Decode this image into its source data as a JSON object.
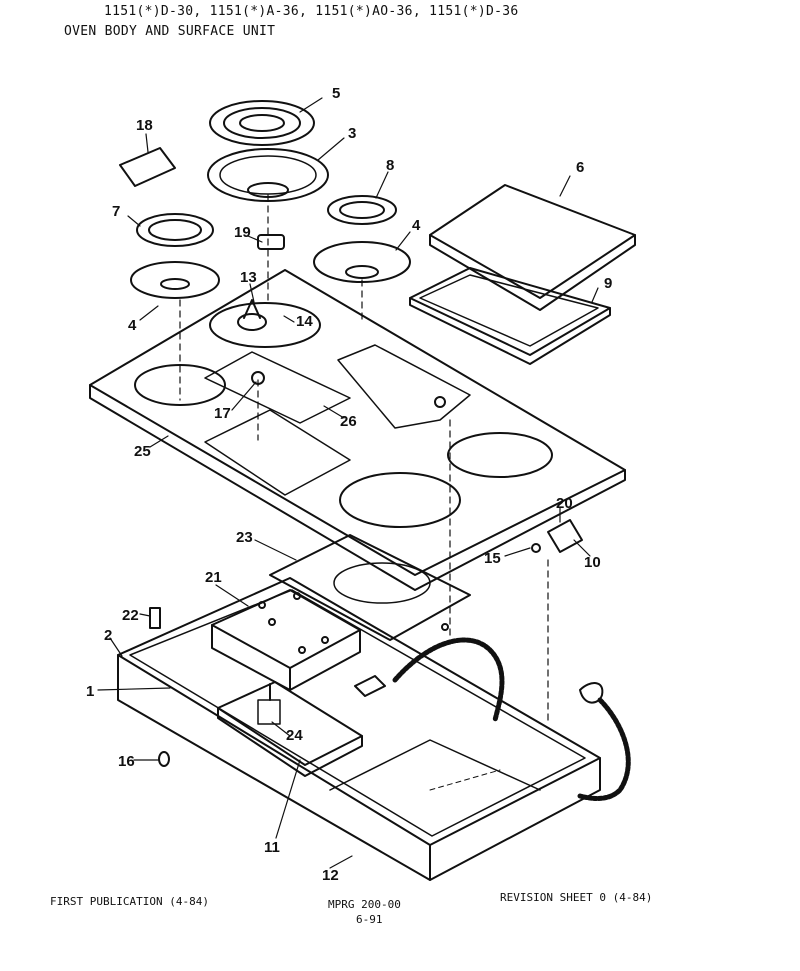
{
  "header": {
    "models": "1151(*)D-30, 1151(*)A-36, 1151(*)AO-36, 1151(*)D-36",
    "title": "OVEN BODY AND SURFACE UNIT"
  },
  "footer": {
    "publication": "FIRST PUBLICATION (4-84)",
    "doc_number": "MPRG 200-00",
    "page": "6-91",
    "revision": "REVISION SHEET 0 (4-84)"
  },
  "callouts": [
    "1",
    "2",
    "3",
    "4",
    "4",
    "5",
    "6",
    "7",
    "8",
    "9",
    "10",
    "11",
    "12",
    "13",
    "14",
    "15",
    "16",
    "17",
    "18",
    "19",
    "20",
    "21",
    "22",
    "23",
    "24",
    "25",
    "26"
  ]
}
